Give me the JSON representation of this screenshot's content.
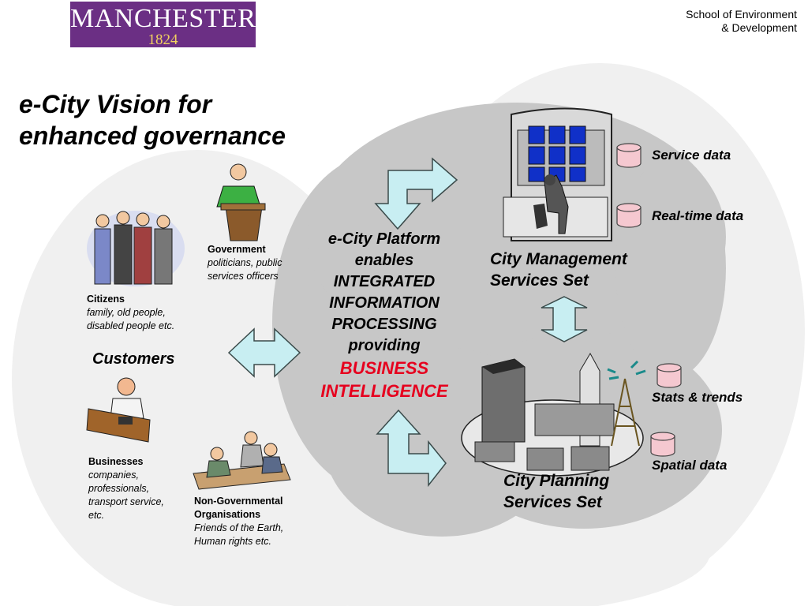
{
  "header": {
    "logo_line1": "MANCHESTER",
    "logo_line2": "1824",
    "school_line1": "School of Environment",
    "school_line2": "& Development"
  },
  "title_line1": "e-City Vision for",
  "title_line2": "enhanced governance",
  "platform": {
    "line1": "e-City Platform",
    "line2": "enables",
    "line3": "INTEGRATED",
    "line4": "INFORMATION",
    "line5": "PROCESSING",
    "line6": "providing",
    "line7": "BUSINESS",
    "line8": "INTELLIGENCE"
  },
  "management": {
    "line1": "City Management",
    "line2": "Services Set"
  },
  "planning": {
    "line1": "City Planning",
    "line2": "Services Set"
  },
  "data_stores": {
    "service": "Service data",
    "realtime": "Real-time data",
    "stats": "Stats & trends",
    "spatial": "Spatial data"
  },
  "customers": "Customers",
  "groups": {
    "government": {
      "name": "Government",
      "desc1": "politicians, public",
      "desc2": "services officers"
    },
    "citizens": {
      "name": "Citizens",
      "desc1": "family, old people,",
      "desc2": "disabled people etc."
    },
    "businesses": {
      "name": "Businesses",
      "desc1": "companies,",
      "desc2": "professionals,",
      "desc3": "transport service,",
      "desc4": "etc."
    },
    "ngo": {
      "name1": "Non-Governmental",
      "name2": "Organisations",
      "desc1": "Friends of the Earth,",
      "desc2": "Human rights etc."
    }
  },
  "colors": {
    "outer_cloud": "#f0f0f0",
    "inner_cloud": "#c7c7c7",
    "arrow_fill": "#c8eef2",
    "cylinder_fill": "#f5c8d0",
    "accent_red": "#e6001e",
    "logo_purple": "#6b2f84"
  }
}
